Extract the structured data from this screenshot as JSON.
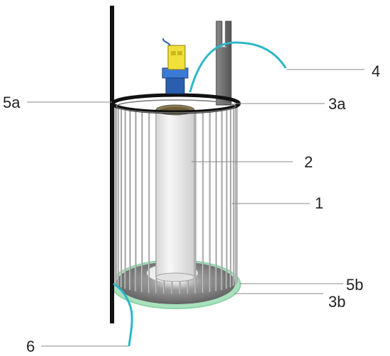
{
  "labels": {
    "l1": "1",
    "l2": "2",
    "l3a": "3a",
    "l3b": "3b",
    "l4": "4",
    "l5a": "5a",
    "l5b": "5b",
    "l6": "6"
  },
  "colors": {
    "rod": "#111111",
    "bars": "#9a9a9a",
    "tube": "#ededed",
    "cable": "#2bb7c8",
    "ring_bottom": "#9fe0b4",
    "connector_yellow": "#f2e03a",
    "connector_blue": "#2a5fb0",
    "bracket": "#6a6a6a",
    "leader": "#8a8a8a"
  }
}
